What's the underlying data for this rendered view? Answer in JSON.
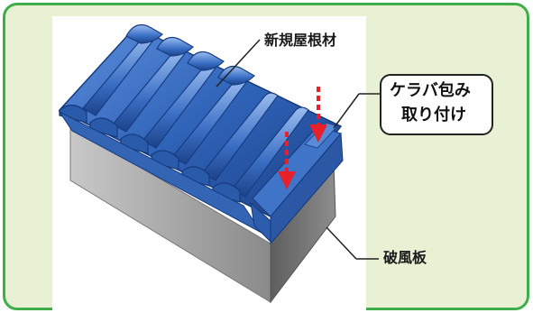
{
  "labels": {
    "new_roof_material": "新規屋根材",
    "keraba_line1": "ケラバ包み",
    "keraba_line2": "取り付け",
    "fascia_board": "破風板"
  },
  "colors": {
    "frame_border": "#3fae4a",
    "frame_fill": "#e8f1d4",
    "roof_blue": "#2f63b8",
    "arrow_red": "#e8202a",
    "board_gray": "#8c8c8c"
  }
}
